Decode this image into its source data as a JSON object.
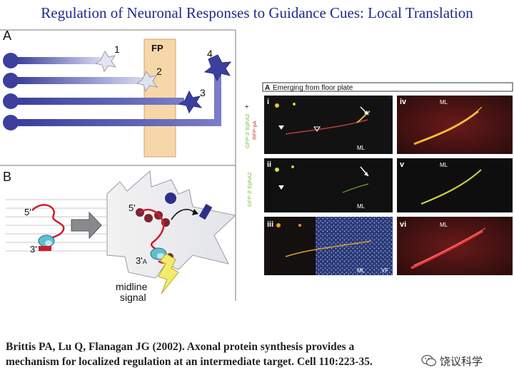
{
  "title": "Regulation of Neuronal Responses to Guidance Cues: Local Translation",
  "panel_a": {
    "label": "A",
    "fp_label": "FP",
    "axon_numbers": [
      "1",
      "2",
      "3",
      "4"
    ]
  },
  "panel_b": {
    "label": "B",
    "five_prime_left": "5'",
    "three_prime_left": "3'",
    "five_prime_right": "5'",
    "three_prime_right": "3'",
    "a_label": "A",
    "signal_line1": "midline",
    "signal_line2": "signal"
  },
  "micrograph": {
    "header_label": "A",
    "header_text": "Emerging from floor plate",
    "side_label_top_green": "GFP-3' EphA2",
    "side_label_top_plus": "+",
    "side_label_top_red": "RFP-pA",
    "side_label_mid_green": "GFP-3' EphA2",
    "panels": [
      {
        "numeral": "i",
        "ml": "ML"
      },
      {
        "numeral": "iv",
        "ml": "ML"
      },
      {
        "numeral": "ii",
        "ml": "ML"
      },
      {
        "numeral": "v",
        "ml": "ML"
      },
      {
        "numeral": "iii",
        "ml": "ML",
        "extra": "VF"
      },
      {
        "numeral": "vi",
        "ml": "ML"
      }
    ]
  },
  "citation": {
    "line1": "Brittis PA, Lu Q, Flanagan JG (2002). Axonal protein synthesis provides a",
    "line2": "mechanism for localized regulation at an intermediate target. Cell 110:223-35."
  },
  "watermark": {
    "text": "饶议科学",
    "icon": "wechat-icon"
  },
  "colors": {
    "title": "#1d2a8c",
    "axon": "#3b3f9e",
    "floor_plate": "#f6d7a8",
    "mrna": "#d01c2b"
  }
}
